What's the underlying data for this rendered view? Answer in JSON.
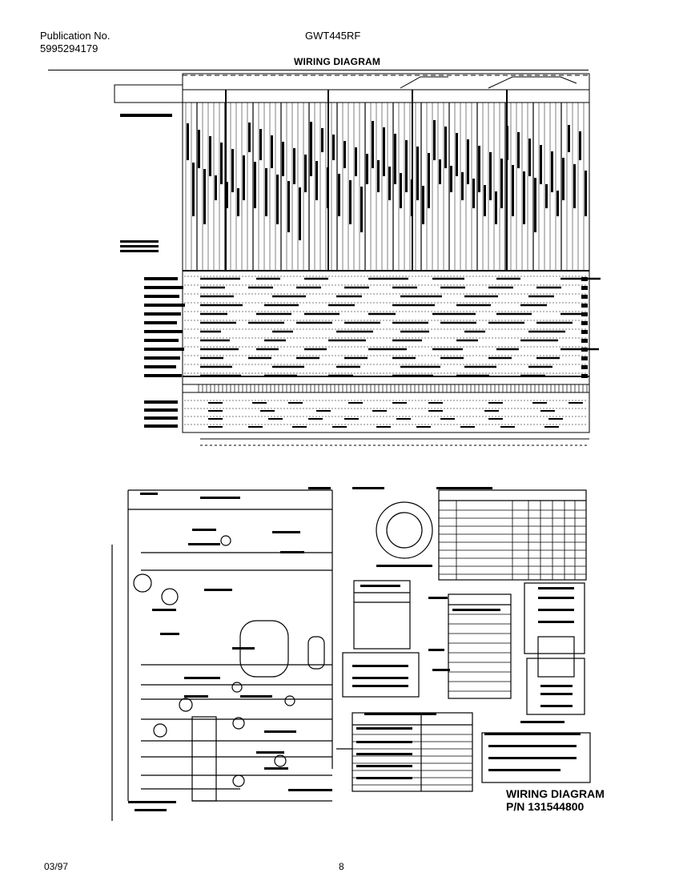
{
  "header": {
    "publication_label": "Publication No.",
    "publication_number": "5995294179",
    "model": "GWT445RF",
    "section_title": "WIRING DIAGRAM"
  },
  "diagram": {
    "caption_line1": "WIRING DIAGRAM",
    "caption_line2": "P/N 131544800"
  },
  "footer": {
    "date": "03/97",
    "page": "8"
  }
}
